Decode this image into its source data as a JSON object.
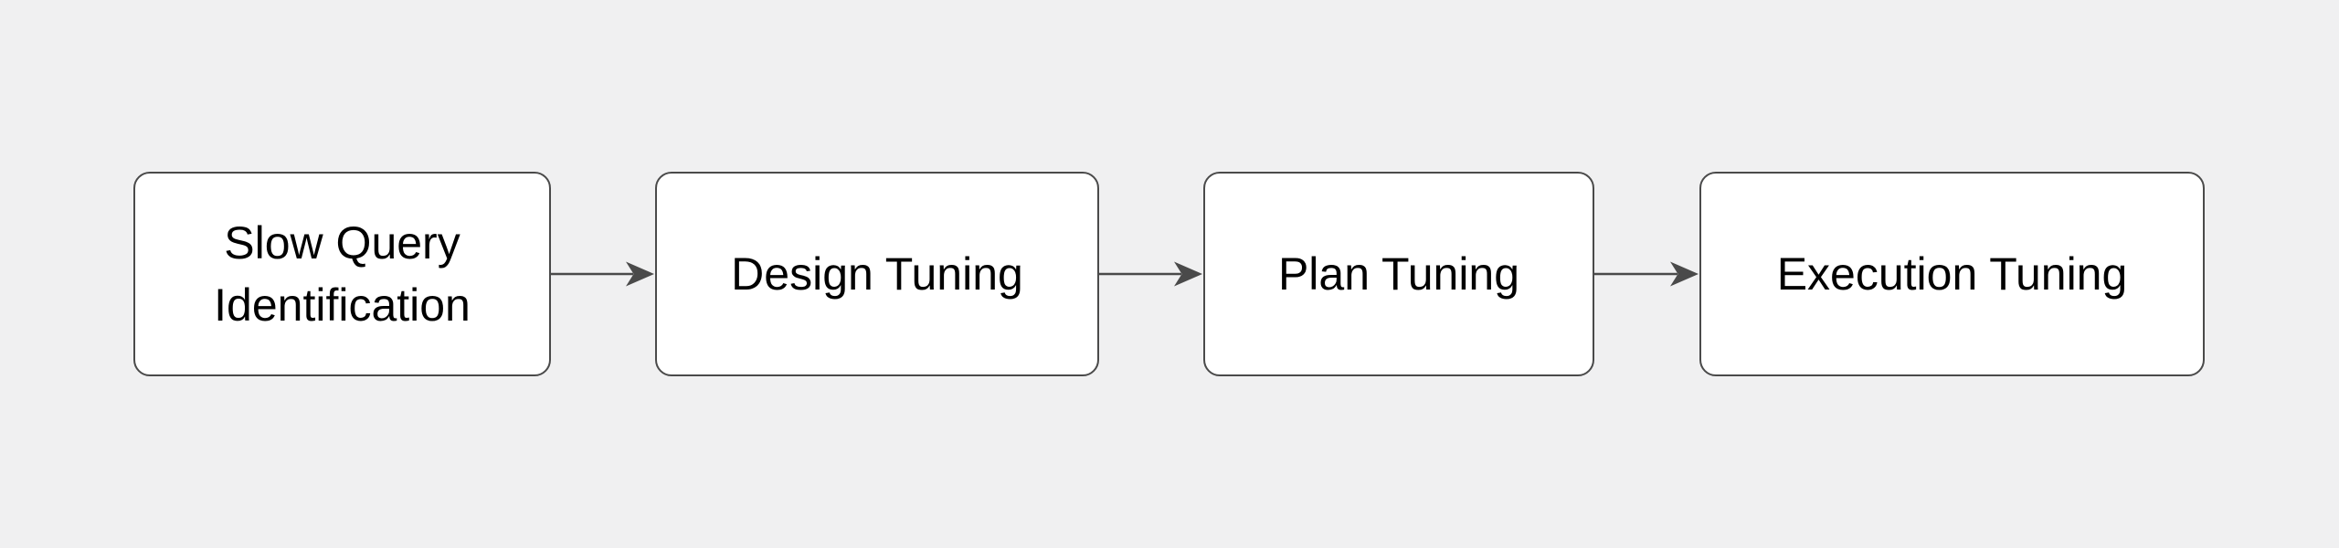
{
  "diagram": {
    "type": "flowchart",
    "orientation": "left-to-right",
    "background_color": "#f0f0f1",
    "node_fill_color": "#ffffff",
    "node_border_color": "#4a4a4a",
    "arrow_color": "#4a4a4a",
    "text_color": "#000000",
    "nodes": [
      {
        "id": "slow-query-identification",
        "label": "Slow Query Identification"
      },
      {
        "id": "design-tuning",
        "label": "Design Tuning"
      },
      {
        "id": "plan-tuning",
        "label": "Plan Tuning"
      },
      {
        "id": "execution-tuning",
        "label": "Execution Tuning"
      }
    ],
    "edges": [
      {
        "from": "slow-query-identification",
        "to": "design-tuning",
        "style": "arrow-right"
      },
      {
        "from": "design-tuning",
        "to": "plan-tuning",
        "style": "arrow-right"
      },
      {
        "from": "plan-tuning",
        "to": "execution-tuning",
        "style": "arrow-right"
      }
    ]
  }
}
